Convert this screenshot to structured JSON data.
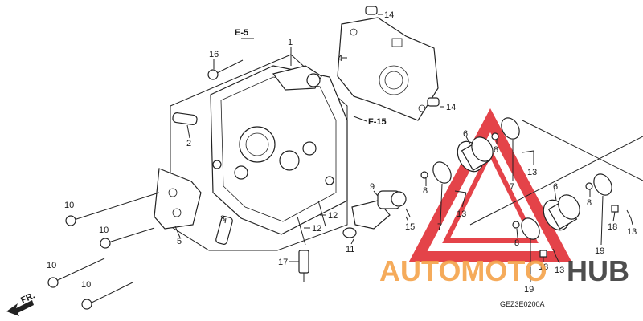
{
  "diagram": {
    "part_labels": [
      "1",
      "2",
      "3",
      "4",
      "5",
      "6",
      "6",
      "7",
      "7",
      "8",
      "8",
      "8",
      "8",
      "9",
      "10",
      "10",
      "10",
      "10",
      "11",
      "12",
      "12",
      "13",
      "13",
      "13",
      "13",
      "14",
      "14",
      "15",
      "16",
      "17",
      "18",
      "18",
      "19",
      "19"
    ],
    "ref_labels": {
      "e5": "E-5",
      "f15": "F-15",
      "front": "FR."
    },
    "diagram_code": "GEZ3E0200A"
  },
  "watermark": {
    "part1": "AUTOMOTO",
    "part2": "HUB",
    "color_orange": "#f4a24a",
    "color_red": "#e0232a",
    "color_dark": "#3b3b3b"
  }
}
